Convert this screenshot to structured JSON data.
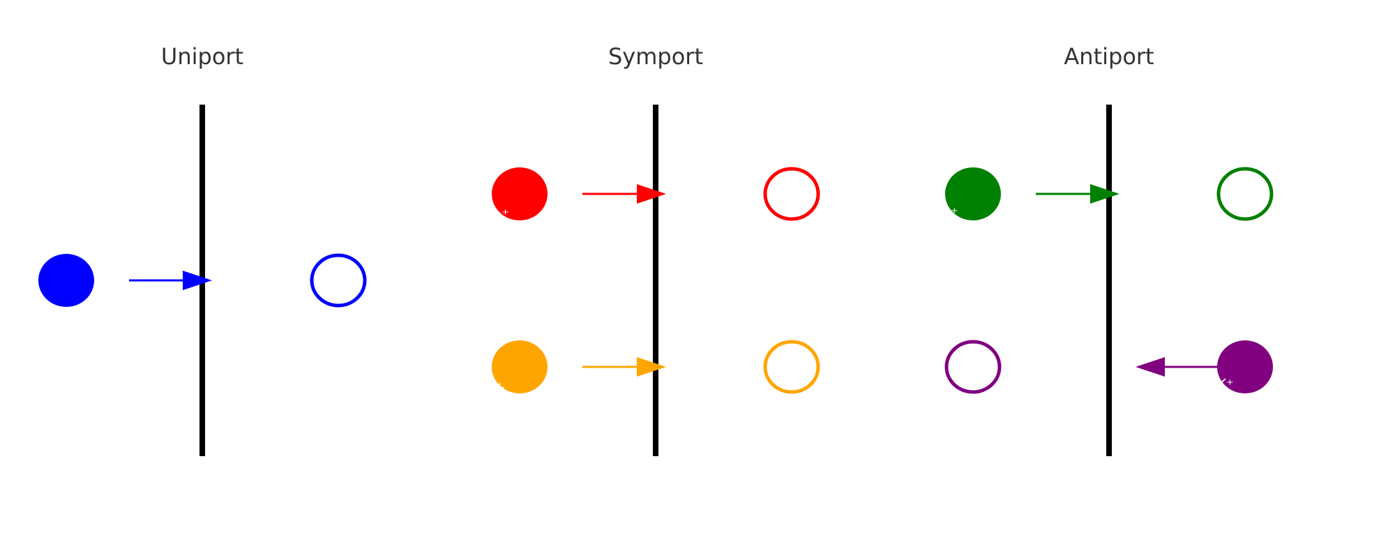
{
  "panels": [
    {
      "title": "Uniport",
      "particles": [
        {
          "color": "#0000ff",
          "label": "",
          "direction": "in",
          "show_label": false
        }
      ]
    },
    {
      "title": "Symport",
      "particles": [
        {
          "color": "#ff0000",
          "label": "Na⁺",
          "direction": "in",
          "show_label": true
        },
        {
          "color": "#ffa500",
          "label": "",
          "direction": "in",
          "show_label": false
        }
      ]
    },
    {
      "title": "Antiport",
      "particles": [
        {
          "color": "#008000",
          "label": "H⁺",
          "direction": "in",
          "show_label": true
        },
        {
          "color": "#800080",
          "label": "K⁺",
          "direction": "out",
          "show_label": true
        }
      ]
    }
  ]
}
